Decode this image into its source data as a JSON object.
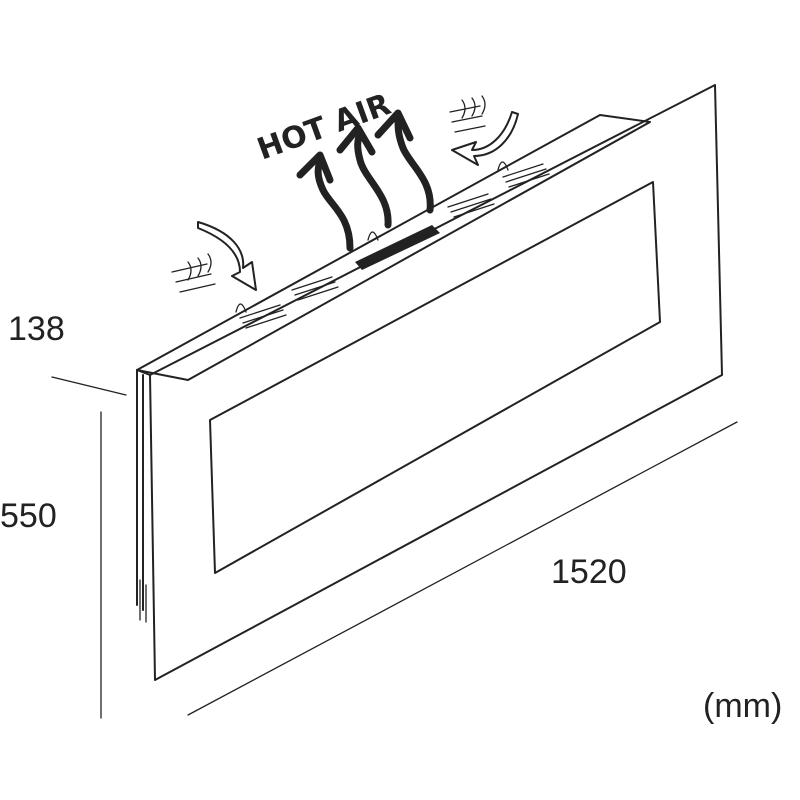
{
  "diagram": {
    "hot_air_label": "HOT AIR",
    "dimensions": {
      "depth": "138",
      "height": "550",
      "width": "1520",
      "unit": "(mm)"
    }
  }
}
